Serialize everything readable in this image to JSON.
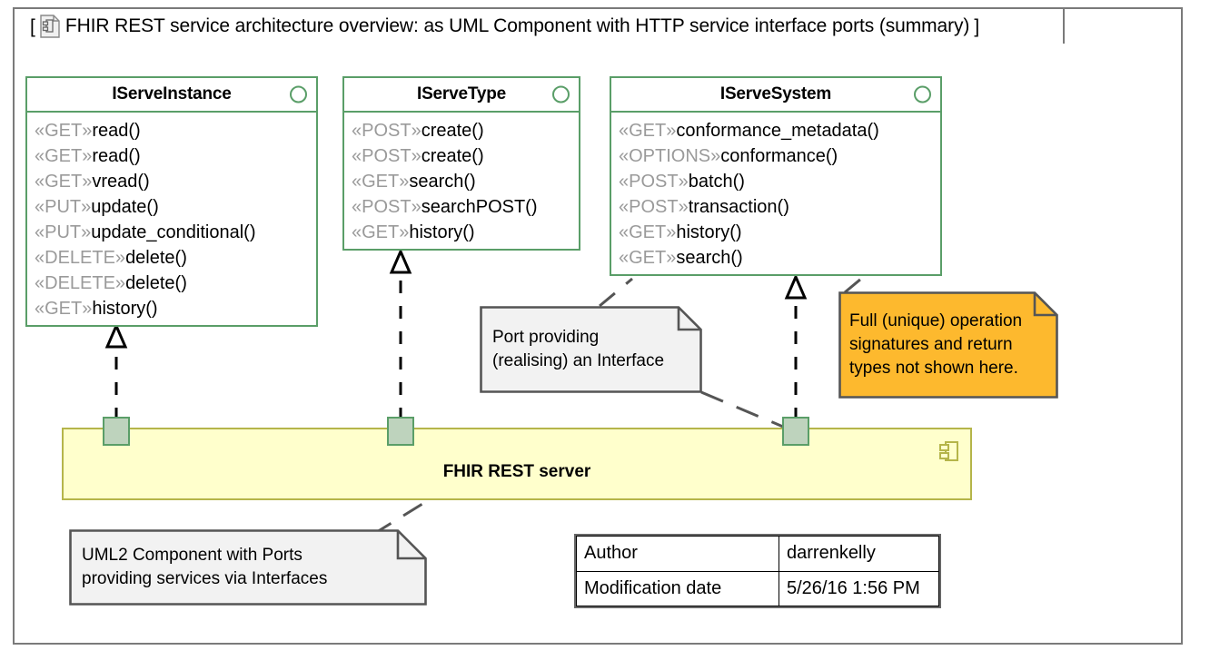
{
  "frame": {
    "open_bracket": "[",
    "close_bracket": "]",
    "icon": "uml-document-icon",
    "title": "FHIR REST service architecture overview: as UML Component with HTTP service interface ports (summary)"
  },
  "colors": {
    "interface_border": "#5a9e68",
    "component_fill": "#ffffcc",
    "component_border": "#b5b54a",
    "port_fill": "#bed3bd",
    "note_fill": "#f2f2f2",
    "note_highlight_fill": "#fdb92e",
    "stereotype_text": "#9a9a9a",
    "frame_border": "#7a7a7a"
  },
  "interfaces": [
    {
      "name": "IServeInstance",
      "operations": [
        {
          "stereotype": "«GET»",
          "operation": "read()"
        },
        {
          "stereotype": "«GET»",
          "operation": "read()"
        },
        {
          "stereotype": "«GET»",
          "operation": "vread()"
        },
        {
          "stereotype": "«PUT»",
          "operation": "update()"
        },
        {
          "stereotype": "«PUT»",
          "operation": "update_conditional()"
        },
        {
          "stereotype": "«DELETE»",
          "operation": "delete()"
        },
        {
          "stereotype": "«DELETE»",
          "operation": "delete()"
        },
        {
          "stereotype": "«GET»",
          "operation": "history()"
        }
      ]
    },
    {
      "name": "IServeType",
      "operations": [
        {
          "stereotype": "«POST»",
          "operation": "create()"
        },
        {
          "stereotype": "«POST»",
          "operation": "create()"
        },
        {
          "stereotype": "«GET»",
          "operation": "search()"
        },
        {
          "stereotype": "«POST»",
          "operation": "searchPOST()"
        },
        {
          "stereotype": "«GET»",
          "operation": "history()"
        }
      ]
    },
    {
      "name": "IServeSystem",
      "operations": [
        {
          "stereotype": "«GET»",
          "operation": "conformance_metadata()"
        },
        {
          "stereotype": "«OPTIONS»",
          "operation": "conformance()"
        },
        {
          "stereotype": "«POST»",
          "operation": "batch()"
        },
        {
          "stereotype": "«POST»",
          "operation": "transaction()"
        },
        {
          "stereotype": "«GET»",
          "operation": "history()"
        },
        {
          "stereotype": "«GET»",
          "operation": "search()"
        }
      ]
    }
  ],
  "component": {
    "label": "FHIR REST server",
    "icon": "uml-component-icon",
    "ports": [
      "port-iserveinstance",
      "port-iservetype",
      "port-iservesystem"
    ]
  },
  "notes": [
    {
      "id": "note-port-interface",
      "line1": "Port providing",
      "line2": "(realising) an Interface"
    },
    {
      "id": "note-signatures",
      "line1": "Full (unique) operation",
      "line2": "signatures and return",
      "line3": "types not shown here."
    },
    {
      "id": "note-component-ports",
      "line1": "UML2 Component with Ports",
      "line2": "providing services via Interfaces"
    }
  ],
  "info_table": {
    "rows": [
      {
        "key": "Author",
        "value": "darrenkelly"
      },
      {
        "key": "Modification date",
        "value": "5/26/16 1:56 PM"
      }
    ]
  }
}
